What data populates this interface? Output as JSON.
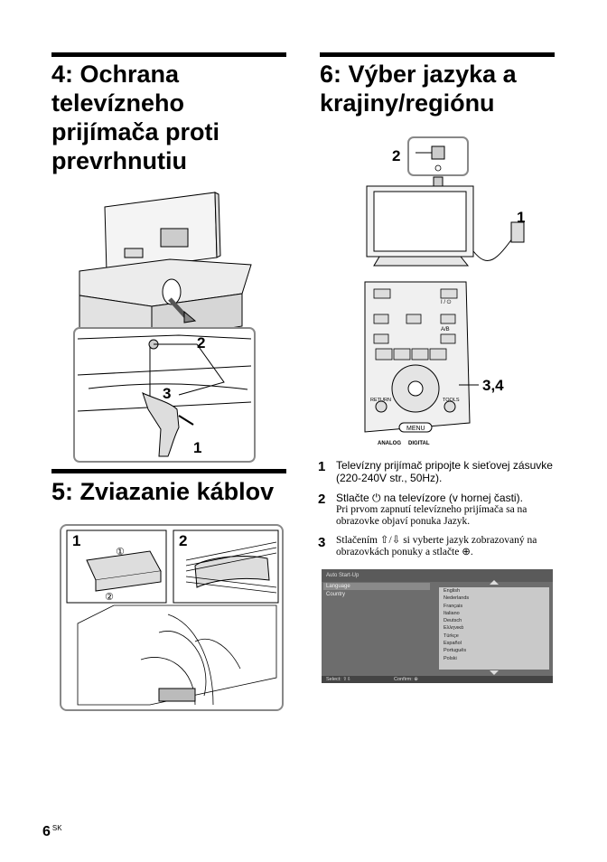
{
  "section4": {
    "title_lines": [
      "4: Ochrana",
      "televízneho",
      "prijímača proti",
      "prevrhnutiu"
    ],
    "callouts": [
      "2",
      "3",
      "1"
    ]
  },
  "section5": {
    "title": "5: Zviazanie káblov",
    "callouts": [
      "1",
      "2"
    ],
    "markers": [
      "①",
      "②"
    ]
  },
  "section6": {
    "title_lines": [
      "6: Výber jazyka a",
      "krajiny/regiónu"
    ],
    "callouts": [
      "2",
      "1",
      "3,4"
    ],
    "remote_labels": {
      "return": "RETURN",
      "tools": "TOOLS",
      "menu": "MENU",
      "analog": "ANALOG",
      "digital": "DIGITAL",
      "ab": "A/B",
      "power": "I / ⏻"
    },
    "steps": [
      {
        "num": "1",
        "text": "Televízny prijímač pripojte k sieťovej zásuvke (220-240V str., 50Hz).",
        "sub": ""
      },
      {
        "num": "2",
        "text": "Stlačte ⏻ na televízore (v hornej časti).",
        "sub": "Pri prvom zapnutí televízneho prijímača sa na obrazovke objaví ponuka Jazyk."
      },
      {
        "num": "3",
        "text": "",
        "sub": "Stlačením ⇧/⇩ si vyberte jazyk zobrazovaný na obrazovkách ponuky a stlačte ⊕."
      }
    ],
    "screen": {
      "title": "Auto Start-Up",
      "left_items": [
        "Language",
        "Country"
      ],
      "languages": [
        "English",
        "Nederlands",
        "Français",
        "Italiano",
        "Deutsch",
        "Ελληνικά",
        "Türkçe",
        "Español",
        "Português",
        "Polski"
      ],
      "footer_select": "Select: ⇧⇩",
      "footer_confirm": "Confirm: ⊕"
    }
  },
  "page": {
    "number": "6",
    "lang": "SK"
  }
}
